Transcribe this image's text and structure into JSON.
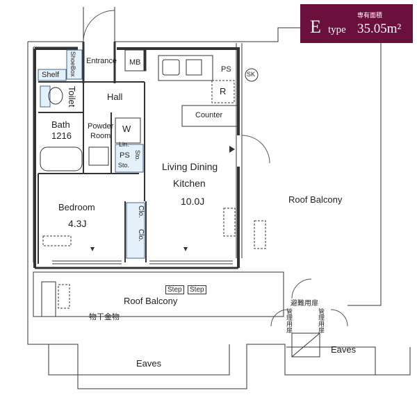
{
  "badge": {
    "type_letter": "E",
    "type_word": "type",
    "area_caption": "専有面積",
    "area_value": "35.05m²"
  },
  "rooms": {
    "shelf": "Shelf",
    "shoebox": "ShoeBox",
    "entrance": "Entrance",
    "mb": "MB",
    "ps_top": "PS",
    "sk": "SK",
    "r": "R",
    "toilet": "Toilet",
    "hall": "Hall",
    "counter": "Counter",
    "bath": "Bath",
    "bath_size": "1216",
    "powder": "Powder",
    "room": "Room",
    "w": "W",
    "lin": "Lin.",
    "ps": "PS",
    "sto1": "Sto.",
    "sto2": "Sto.",
    "ldk1": "Living Dining",
    "ldk2": "Kitchen",
    "ldk_size": "10.0J",
    "bedroom": "Bedroom",
    "bedroom_size": "4.3J",
    "clo1": "Clo.",
    "clo2": "Clo.",
    "roof_balcony_right": "Roof Balcony",
    "roof_balcony_bottom": "Roof Balcony",
    "step1": "Step",
    "step2": "Step",
    "drying": "物干金物",
    "evac": "避難用扉",
    "mgmt1": "管理用扉",
    "mgmt2": "管理用扉",
    "eaves_left": "Eaves",
    "eaves_right": "Eaves"
  }
}
